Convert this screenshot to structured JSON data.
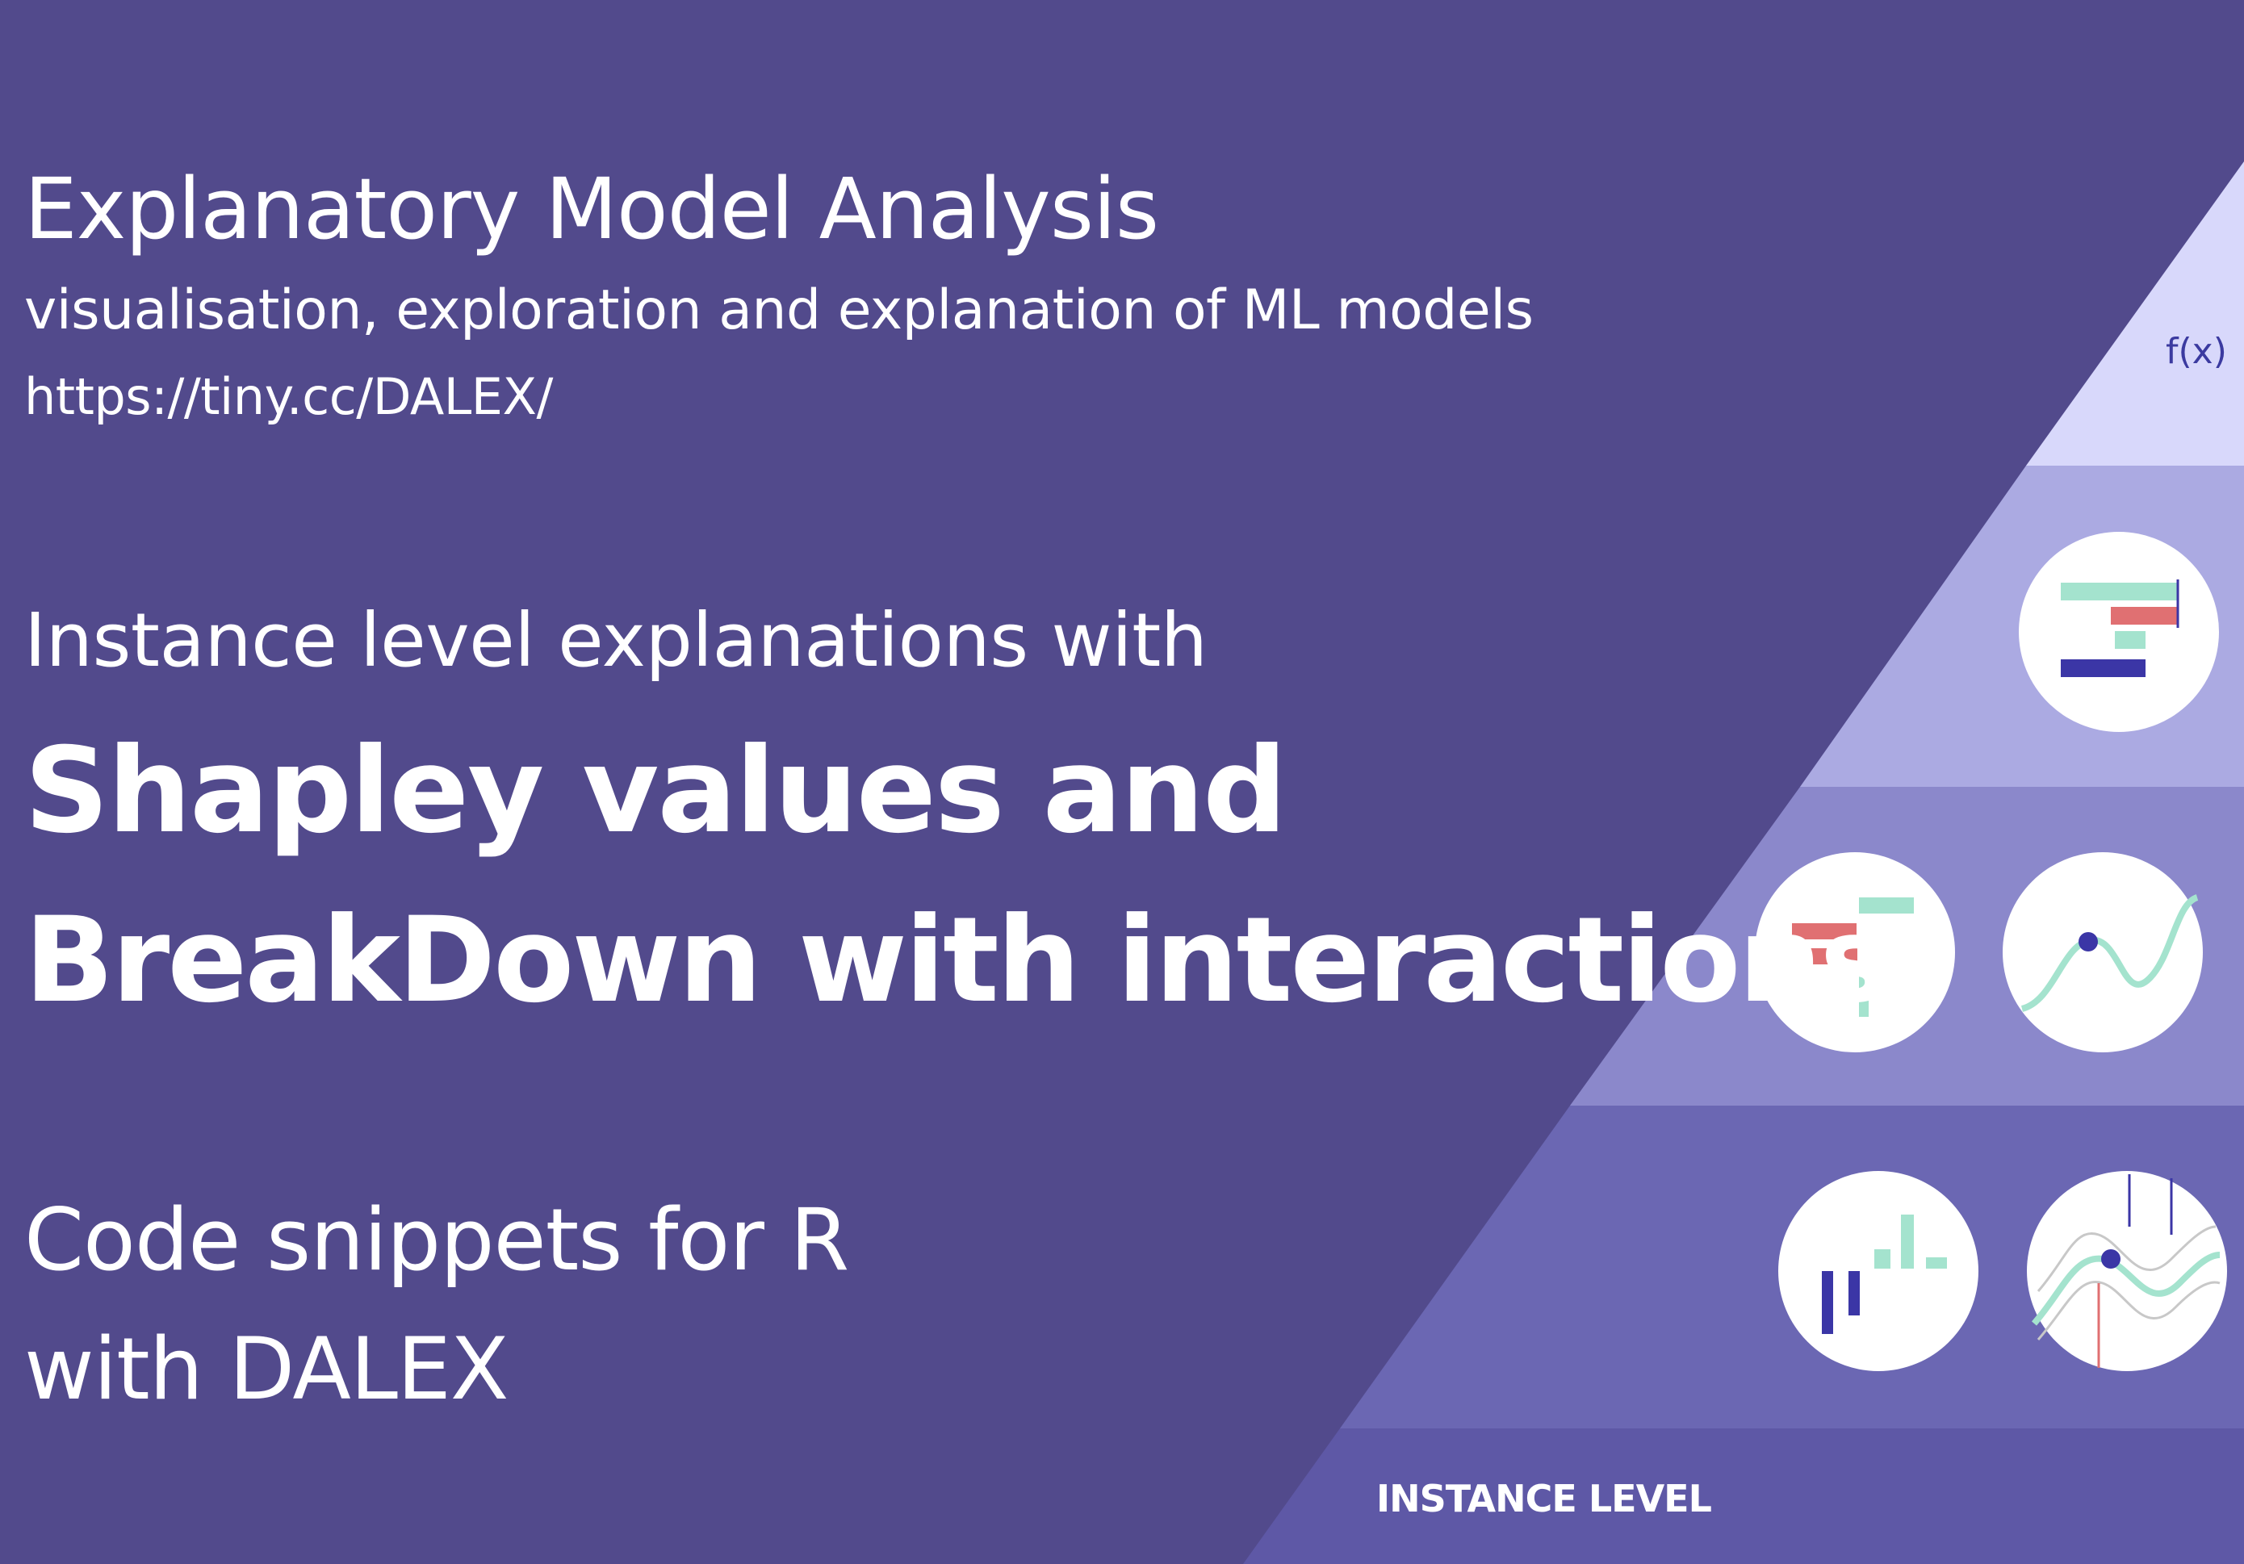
{
  "header": {
    "title": "Explanatory Model Analysis",
    "subtitle": "visualisation, exploration and explanation of ML models",
    "url": "https://tiny.cc/DALEX/"
  },
  "main": {
    "intro": "Instance level explanations with",
    "headline_line1": "Shapley values and",
    "headline_line2": "BreakDown with interactions",
    "snippet_line1": "Code snippets for R",
    "snippet_line2": "with DALEX"
  },
  "pyramid": {
    "top_label": "f(x)",
    "bottom_label": "INSTANCE LEVEL",
    "icons": [
      "breakdown-chart-icon",
      "shapley-bars-icon",
      "profile-curve-icon",
      "bar-chart-icon",
      "ceteris-paribus-icon"
    ]
  },
  "colors": {
    "background": "#524a8c",
    "tier1": "#d8d8fb",
    "tier2": "#abaae2",
    "tier3": "#8b88cb",
    "tier4": "#6b67b3",
    "tier5": "#5e58a6",
    "accent_green": "#a4e3ce",
    "accent_red": "#e07072",
    "accent_blue": "#3b36a6"
  }
}
